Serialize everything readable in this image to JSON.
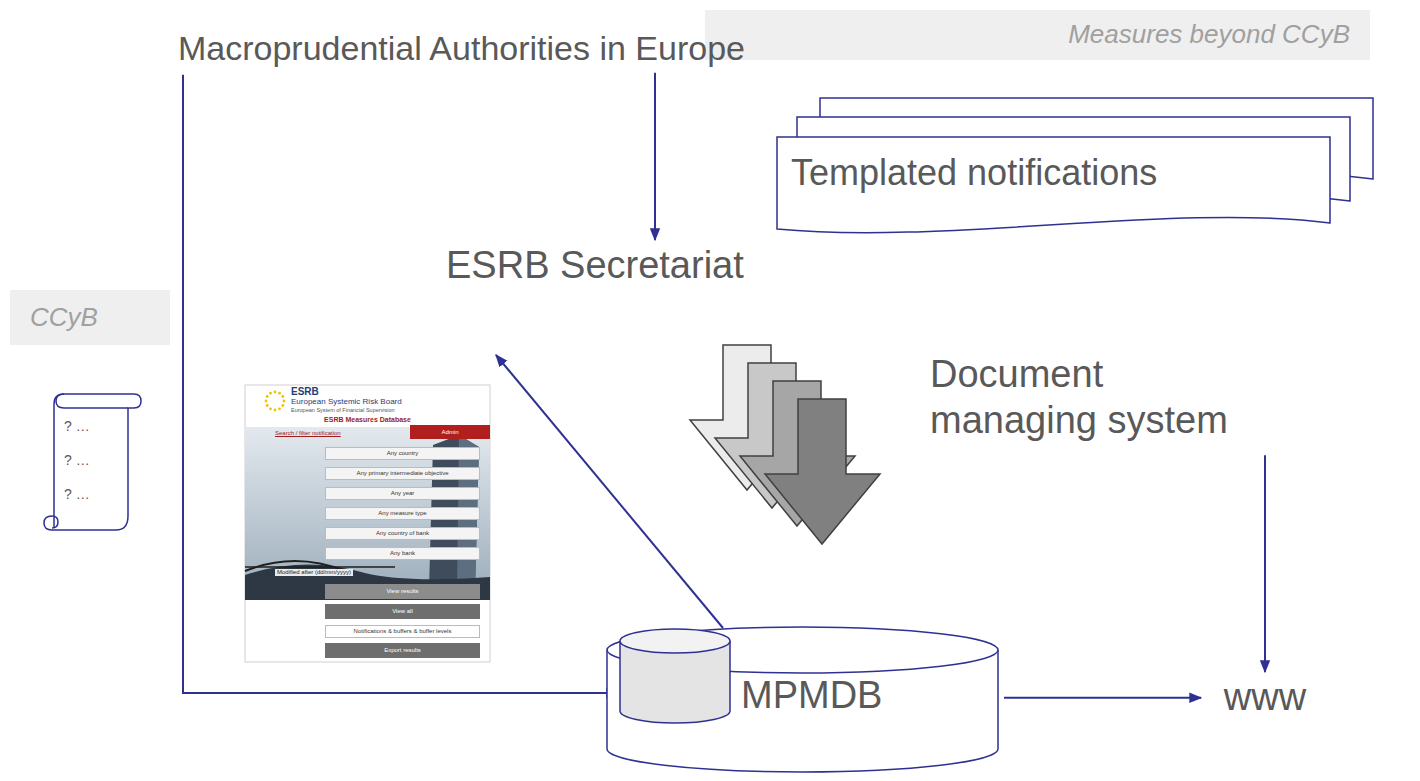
{
  "diagram": {
    "nodes": [
      {
        "text": [
          "Measures beyond CCyB"
        ]
      },
      {
        "text": [
          "Macroprudential Authorities in Europe"
        ]
      },
      {
        "text": [
          "Templated notifications"
        ]
      },
      {
        "text": [
          "ESRB Secretariat"
        ]
      },
      {
        "text": [
          "CCyB"
        ]
      },
      {
        "text": [
          "Document managing system"
        ]
      },
      {
        "text": [
          "? …",
          "? …",
          "? …"
        ]
      },
      {
        "text": [
          "ESRB",
          "European Systemic Risk Board",
          "European System of Financial Supervision",
          "ESRB Measures Database",
          "Search / filter notification",
          "Admin",
          "Any country",
          "Any primary intermediate objective",
          "Any year",
          "Any measure type",
          "Any country of bank",
          "Any bank",
          "Modified after (dd/mm/yyyy)",
          "View results",
          "View all",
          "Notifications & buffers & buffer levels",
          "Export results"
        ]
      },
      {
        "text": [
          "MPMDB"
        ]
      },
      {
        "text": [
          "www"
        ]
      }
    ],
    "edges": [
      {
        "from": 1,
        "to": 3,
        "arrow": "to"
      },
      {
        "from": 1,
        "to": 8,
        "arrow": "to"
      },
      {
        "from": 8,
        "to": 7,
        "arrow": "to"
      },
      {
        "from": 5,
        "to": 9,
        "arrow": "to"
      },
      {
        "from": 8,
        "to": 9,
        "arrow": "to"
      }
    ]
  }
}
